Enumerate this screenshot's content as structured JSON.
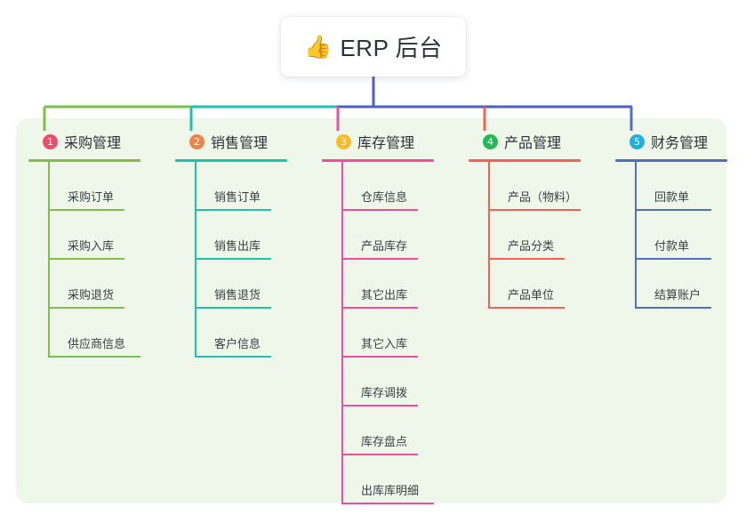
{
  "diagram": {
    "type": "mindmap-tree",
    "root": {
      "icon": "thumbs-up-emoji",
      "icon_glyph": "👍",
      "title": "ERP 后台"
    },
    "trunk_color": "#4f5fc4",
    "panel_color": "#eff7ea",
    "branches": [
      {
        "number": "1",
        "badge_color": "#f24a6a",
        "line_color": "#7cc04b",
        "title": "采购管理",
        "items": [
          "采购订单",
          "采购入库",
          "采购退货",
          "供应商信息"
        ]
      },
      {
        "number": "2",
        "badge_color": "#f2814a",
        "line_color": "#1fc0ae",
        "title": "销售管理",
        "items": [
          "销售订单",
          "销售出库",
          "销售退货",
          "客户信息"
        ]
      },
      {
        "number": "3",
        "badge_color": "#fbbc24",
        "line_color": "#ef4d9e",
        "title": "库存管理",
        "items": [
          "仓库信息",
          "产品库存",
          "其它出库",
          "其它入库",
          "库存调拨",
          "库存盘点",
          "出库库明细"
        ]
      },
      {
        "number": "4",
        "badge_color": "#21bb55",
        "line_color": "#f5604f",
        "title": "产品管理",
        "items": [
          "产品（物料）",
          "产品分类",
          "产品单位"
        ]
      },
      {
        "number": "5",
        "badge_color": "#22aee0",
        "line_color": "#4f6fc4",
        "title": "财务管理",
        "items": [
          "回款单",
          "付款单",
          "结算账户"
        ]
      }
    ]
  }
}
